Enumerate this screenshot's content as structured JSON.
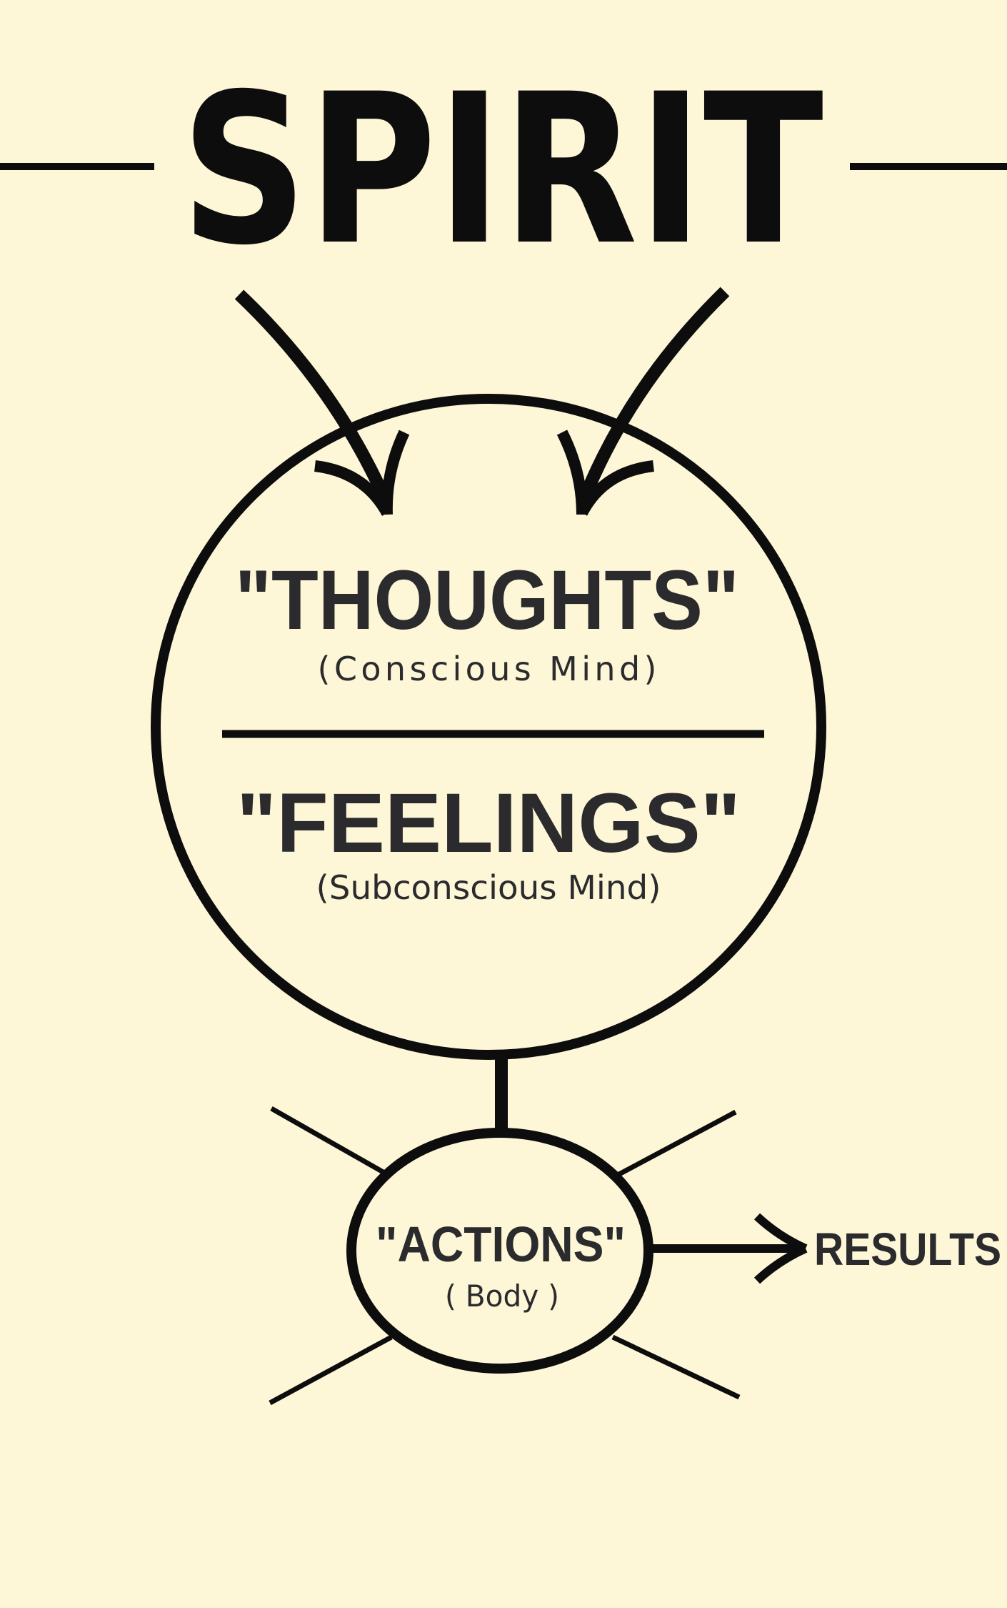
{
  "title": "SPIRIT",
  "thoughts": {
    "label": "\"THOUGHTS\"",
    "sublabel": "(Conscious Mind)"
  },
  "feelings": {
    "label": "\"FEELINGS\"",
    "sublabel": "(Subconscious Mind)"
  },
  "actions": {
    "label": "\"ACTIONS\"",
    "sublabel": "( Body )"
  },
  "results": {
    "label": "RESULTS"
  },
  "colors": {
    "background": "#fdf7d8",
    "ink": "#0d0d0d",
    "label_text": "#2b2a2d"
  }
}
